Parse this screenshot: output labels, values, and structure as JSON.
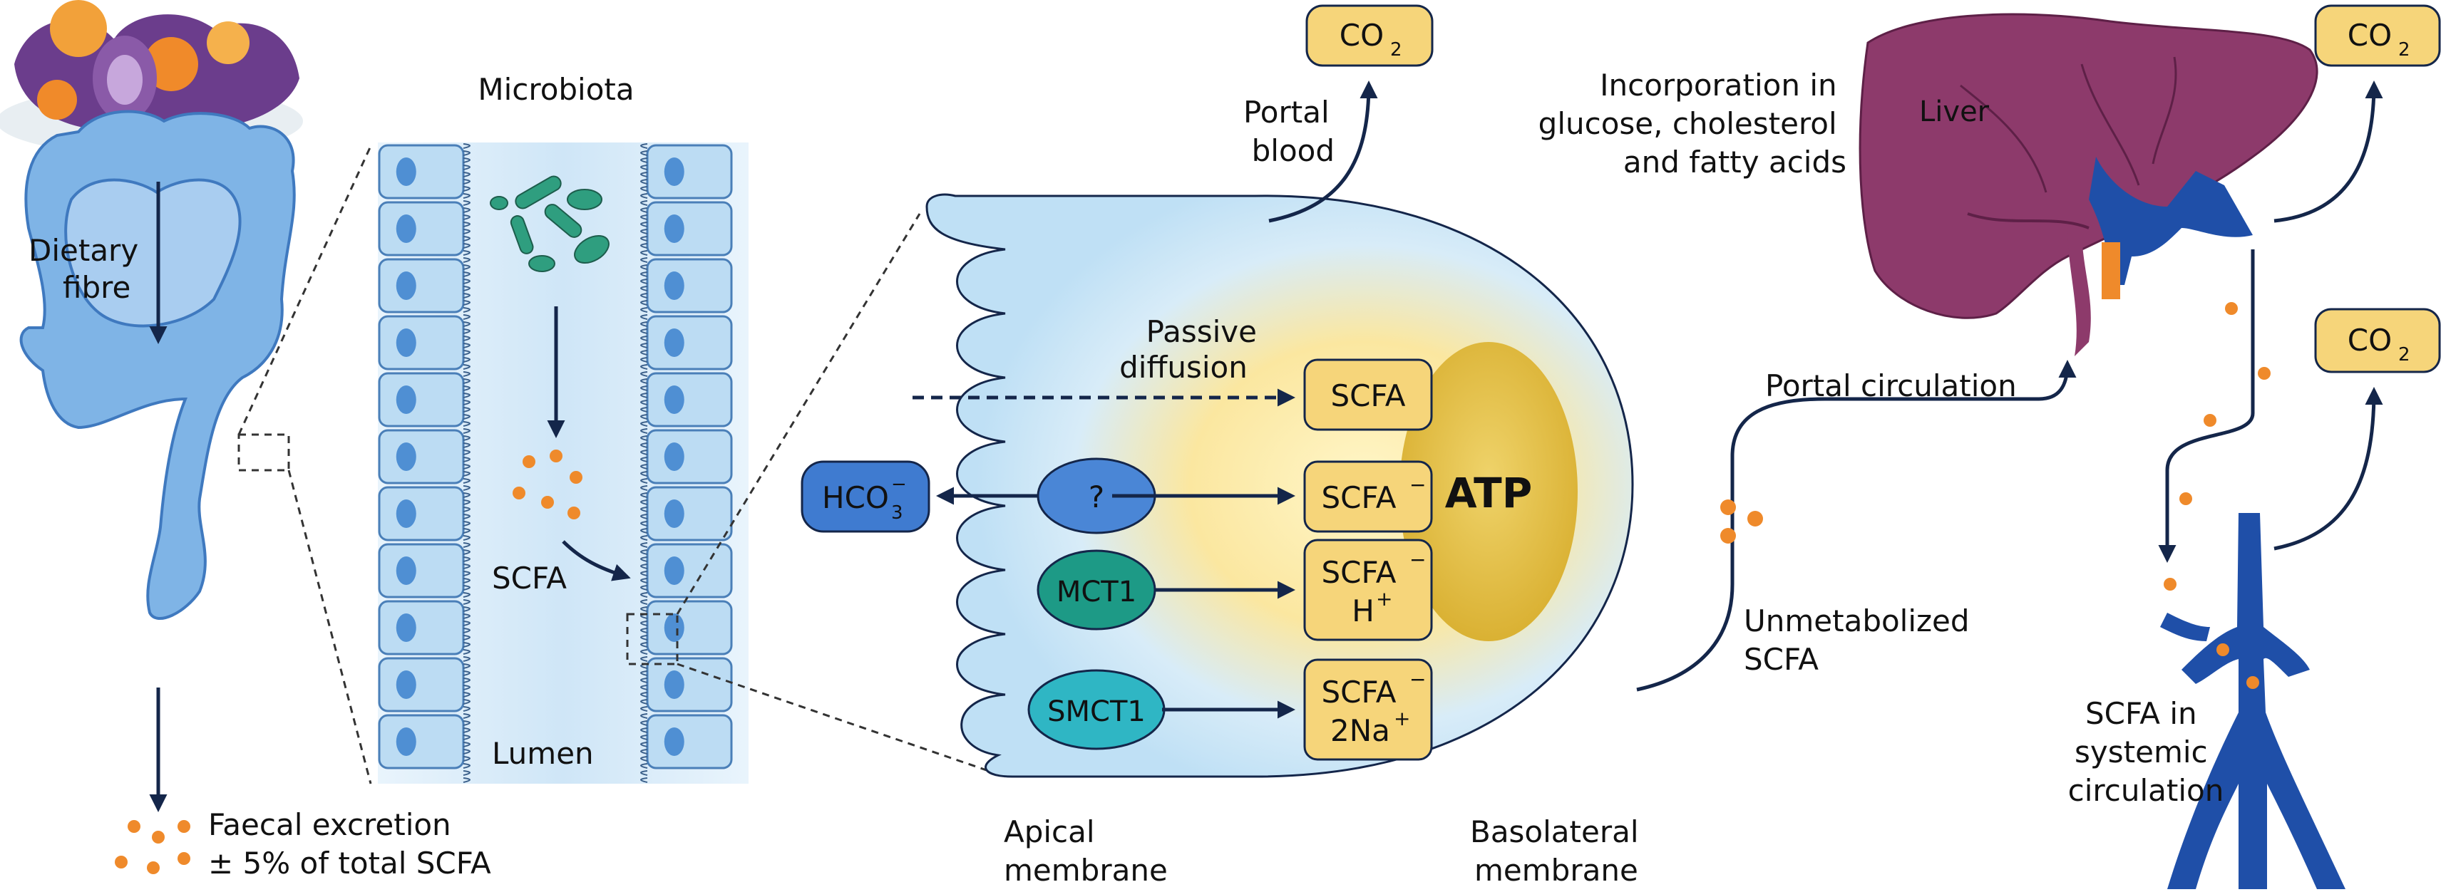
{
  "colors": {
    "arrow": "#14264a",
    "lumen_blue": "#cfe6f7",
    "cell_fill": "#bcdcf3",
    "nucleus": "#4f8fd3",
    "yellow_box": "#f6d57a",
    "atp": "#e2bd3f",
    "orange_dot": "#ef8a2b",
    "liver": "#8d3a6b",
    "vein": "#1f4fa8",
    "mct1": "#1d9a86",
    "smct1": "#2fb6c4",
    "hco3": "#3f7bd0",
    "transporter_unknown": "#4a86d6",
    "bacteria": "#2f9e7f"
  },
  "labels": {
    "dietary_fibre": [
      "Dietary",
      "fibre"
    ],
    "faecal_excretion": [
      "Faecal excretion",
      "± 5% of total SCFA"
    ],
    "microbiota": "Microbiota",
    "scfa_lumen": "SCFA",
    "lumen": "Lumen",
    "passive_diffusion": [
      "Passive",
      "diffusion"
    ],
    "portal_blood": [
      "Portal",
      "blood"
    ],
    "apical_membrane": [
      "Apical",
      "membrane"
    ],
    "basolateral_membrane": [
      "Basolateral",
      "membrane"
    ],
    "atp": "ATP",
    "portal_circulation": "Portal circulation",
    "unmetabolized_scfa": [
      "Unmetabolized",
      "SCFA"
    ],
    "liver": "Liver",
    "incorporation": [
      "Incorporation in",
      "glucose, cholesterol",
      "and fatty acids"
    ],
    "systemic": [
      "SCFA in",
      "systemic",
      "circulation"
    ]
  },
  "transporters": {
    "unknown": "?",
    "mct1": "MCT1",
    "smct1": "SMCT1",
    "hco3": "HCO",
    "hco3_sub": "3",
    "hco3_sup": "−"
  },
  "boxes": {
    "scfa": "SCFA",
    "scfa_anion": "SCFA",
    "scfa_anion_sup": "−",
    "scfa_h": "SCFA",
    "scfa_h_sup": "−",
    "h": "H",
    "h_sup": "+",
    "scfa_na": "SCFA",
    "scfa_na_sup": "−",
    "na": "2Na",
    "na_sup": "+"
  },
  "co2": {
    "text": "CO",
    "sub": "2"
  }
}
